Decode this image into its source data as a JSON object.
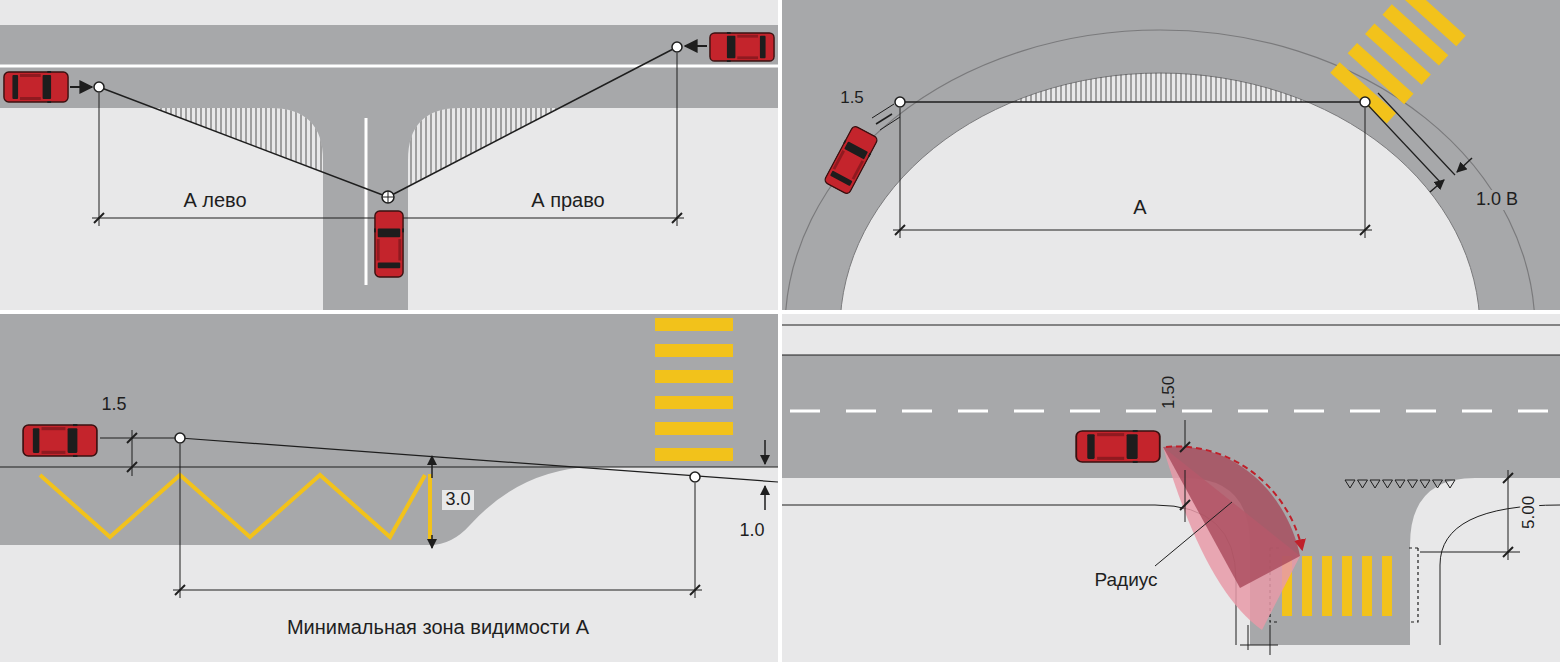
{
  "diagram": {
    "labels": [
      "А лево",
      "А право",
      "1.5",
      "А",
      "1.0 В",
      "1.5",
      "3.0",
      "1.0",
      "Минимальная зона видимости А",
      "1.50",
      "Радиус",
      "5.00"
    ]
  }
}
